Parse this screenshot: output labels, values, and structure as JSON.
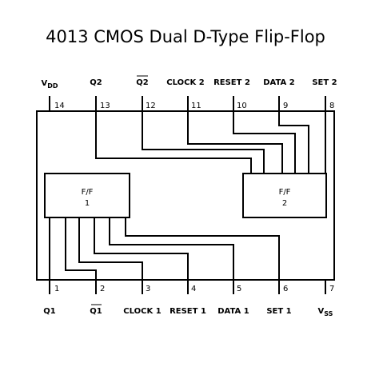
{
  "title": "4013 CMOS Dual D-Type Flip-Flop",
  "top_pins": [
    {
      "num": "14",
      "name": "V",
      "sub": "DD"
    },
    {
      "num": "13",
      "name": "Q2"
    },
    {
      "num": "12",
      "name": "Q2",
      "overline": true
    },
    {
      "num": "11",
      "name": "CLOCK 2"
    },
    {
      "num": "10",
      "name": "RESET 2"
    },
    {
      "num": "9",
      "name": "DATA 2"
    },
    {
      "num": "8",
      "name": "SET 2"
    }
  ],
  "bottom_pins": [
    {
      "num": "1",
      "name": "Q1"
    },
    {
      "num": "2",
      "name": "Q1",
      "overline": true
    },
    {
      "num": "3",
      "name": "CLOCK 1"
    },
    {
      "num": "4",
      "name": "RESET 1"
    },
    {
      "num": "5",
      "name": "DATA 1"
    },
    {
      "num": "6",
      "name": "SET 1"
    },
    {
      "num": "7",
      "name": "V",
      "sub": "SS"
    }
  ],
  "flipflops": [
    {
      "line1": "F/F",
      "line2": "1"
    },
    {
      "line1": "F/F",
      "line2": "2"
    }
  ]
}
